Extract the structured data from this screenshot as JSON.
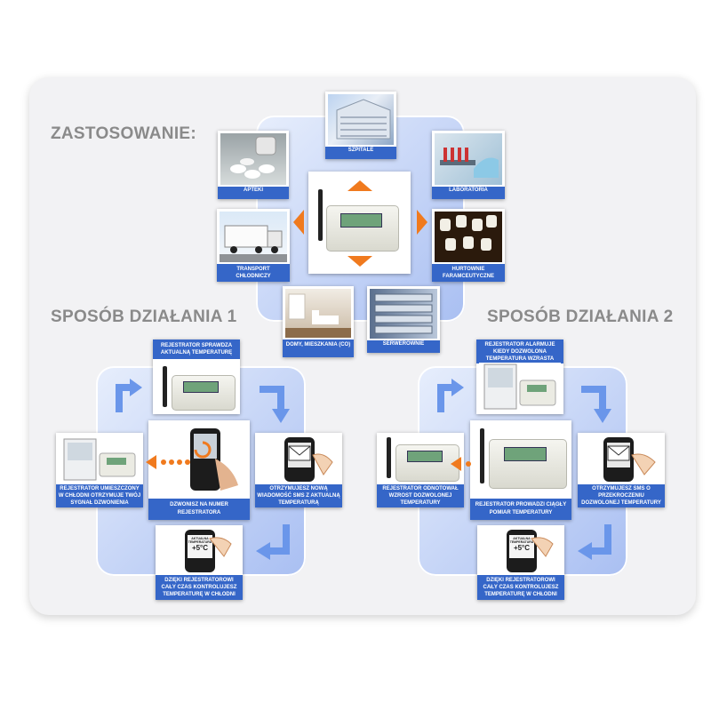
{
  "headings": {
    "top": "ZASTOSOWANIE:",
    "left": "SPOSÓB DZIAŁANIA 1",
    "right": "SPOSÓB DZIAŁANIA 2"
  },
  "applications": {
    "hospitals": "SZPITALE",
    "pharmacies": "APTEKI",
    "laboratories": "LABORATORIA",
    "transport": "TRANSPORT CHŁODNICZY",
    "wholesale": "HURTOWNIE FARAMCEUTYCZNE",
    "homes": "DOMY, MIESZKANIA (CO)",
    "servers": "SERWEROWNIE"
  },
  "method1": {
    "top": "REJESTRATOR SPRAWDZA AKTUALNĄ TEMPERATURĘ",
    "left": "REJESTRATOR UMIESZCZONY W CHŁODNI OTRZYMUJE TWÓJ SYGNAŁ DZWONIENIA",
    "center": "DZWONISZ NA NUMER REJESTRATORA",
    "right": "OTRZYMUJESZ NOWĄ WIADOMOŚĆ SMS Z AKTUALNĄ TEMPERATURĄ",
    "bottom": "DZIĘKI REJESTRATOROWI CAŁY CZAS KONTROLUJESZ TEMPERATURĘ W CHŁODNI",
    "phone_text": "AKTUALNA TEMPERATURA",
    "phone_value": "+5°C"
  },
  "method2": {
    "top": "REJESTRATOR ALARMUJE KIEDY DOZWOLONA TEMPERATURA WZRASTA",
    "left": "REJESTRATOR ODNOTOWAŁ WZROST DOZWOLONEJ TEMPERATURY",
    "center": "REJESTRATOR PROWADZI CIĄGŁY POMIAR TEMPERATURY",
    "right": "OTRZYMUJESZ SMS O PRZEKROCZENIU DOZWOLONEJ TEMPERATURY",
    "bottom": "DZIĘKI REJESTRATOROWI CAŁY CZAS KONTROLUJESZ TEMPERATURĘ W CHŁODNI",
    "phone_text": "AKTUALNA TEMPERATURA",
    "phone_value": "+5°C"
  },
  "colors": {
    "accent_orange": "#f07a1e",
    "caption_blue": "#3566c8",
    "heading_gray": "#8a8a8a",
    "hub_blue": "#a9bff2"
  }
}
